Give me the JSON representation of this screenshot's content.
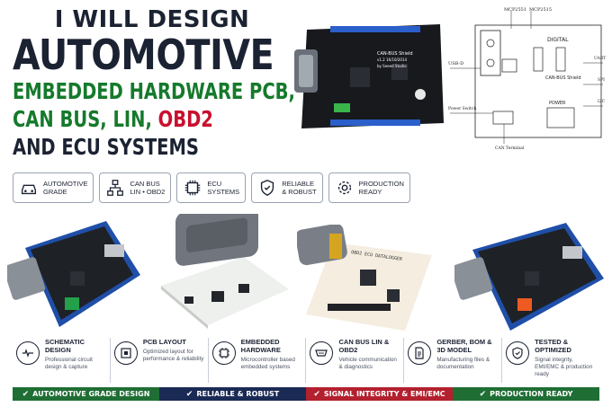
{
  "headline": {
    "line1": "I WILL DESIGN",
    "line2": "AUTOMOTIVE",
    "line3": "EMBEDDED HARDWARE PCB,",
    "line4_a": "CAN BUS, LIN, ",
    "line4_b": "OBD2",
    "line5": "AND ECU SYSTEMS"
  },
  "schematic": {
    "labels": [
      "MCP2551",
      "MCP2515",
      "USB-D",
      "DIGITAL",
      "UART",
      "SPI",
      "I2C",
      "Power Switch",
      "POWER",
      "CAN Terminal",
      "CAN-BUS Shield"
    ]
  },
  "board_text": {
    "title": "CAN-BUS Shield",
    "version": "v1.2  16/10/2014",
    "maker": "by Seeed Studio",
    "obd_label": "OBD2 ECU DATALOGGER"
  },
  "chips": [
    {
      "icon": "car-icon",
      "line1": "AUTOMOTIVE",
      "line2": "GRADE"
    },
    {
      "icon": "network-icon",
      "line1": "CAN BUS",
      "line2": "LIN • OBD2"
    },
    {
      "icon": "chip-icon",
      "line1": "ECU",
      "line2": "SYSTEMS"
    },
    {
      "icon": "shield-check-icon",
      "line1": "RELIABLE",
      "line2": "& ROBUST"
    },
    {
      "icon": "gear-icon",
      "line1": "PRODUCTION",
      "line2": "READY"
    }
  ],
  "features": [
    {
      "icon": "schematic-icon",
      "title": "SCHEMATIC DESIGN",
      "desc": "Professional circuit design & capture"
    },
    {
      "icon": "pcb-icon",
      "title": "PCB LAYOUT",
      "desc": "Optimized layout for performance & reliability"
    },
    {
      "icon": "processor-icon",
      "title": "EMBEDDED HARDWARE",
      "desc": "Microcontroller based embedded systems"
    },
    {
      "icon": "connector-icon",
      "title": "CAN BUS LIN & OBD2",
      "desc": "Vehicle communication & diagnostics"
    },
    {
      "icon": "document-icon",
      "title": "GERBER, BOM & 3D MODEL",
      "desc": "Manufacturing files & documentation"
    },
    {
      "icon": "shield-check-icon",
      "title": "TESTED & OPTIMIZED",
      "desc": "Signal integrity, EMI/EMC & production ready"
    }
  ],
  "band": [
    {
      "label": "AUTOMOTIVE GRADE DESIGN",
      "color": "#1f6e34"
    },
    {
      "label": "RELIABLE & ROBUST",
      "color": "#1b2a55"
    },
    {
      "label": "SIGNAL INTEGRITY & EMI/EMC",
      "color": "#b3202e"
    },
    {
      "label": "PRODUCTION READY",
      "color": "#1f6e34"
    }
  ],
  "colors": {
    "navy": "#1b2232",
    "green": "#157a2c",
    "red": "#c8102e",
    "board_blue": "#1f4fa8",
    "board_dark": "#1e2126"
  }
}
